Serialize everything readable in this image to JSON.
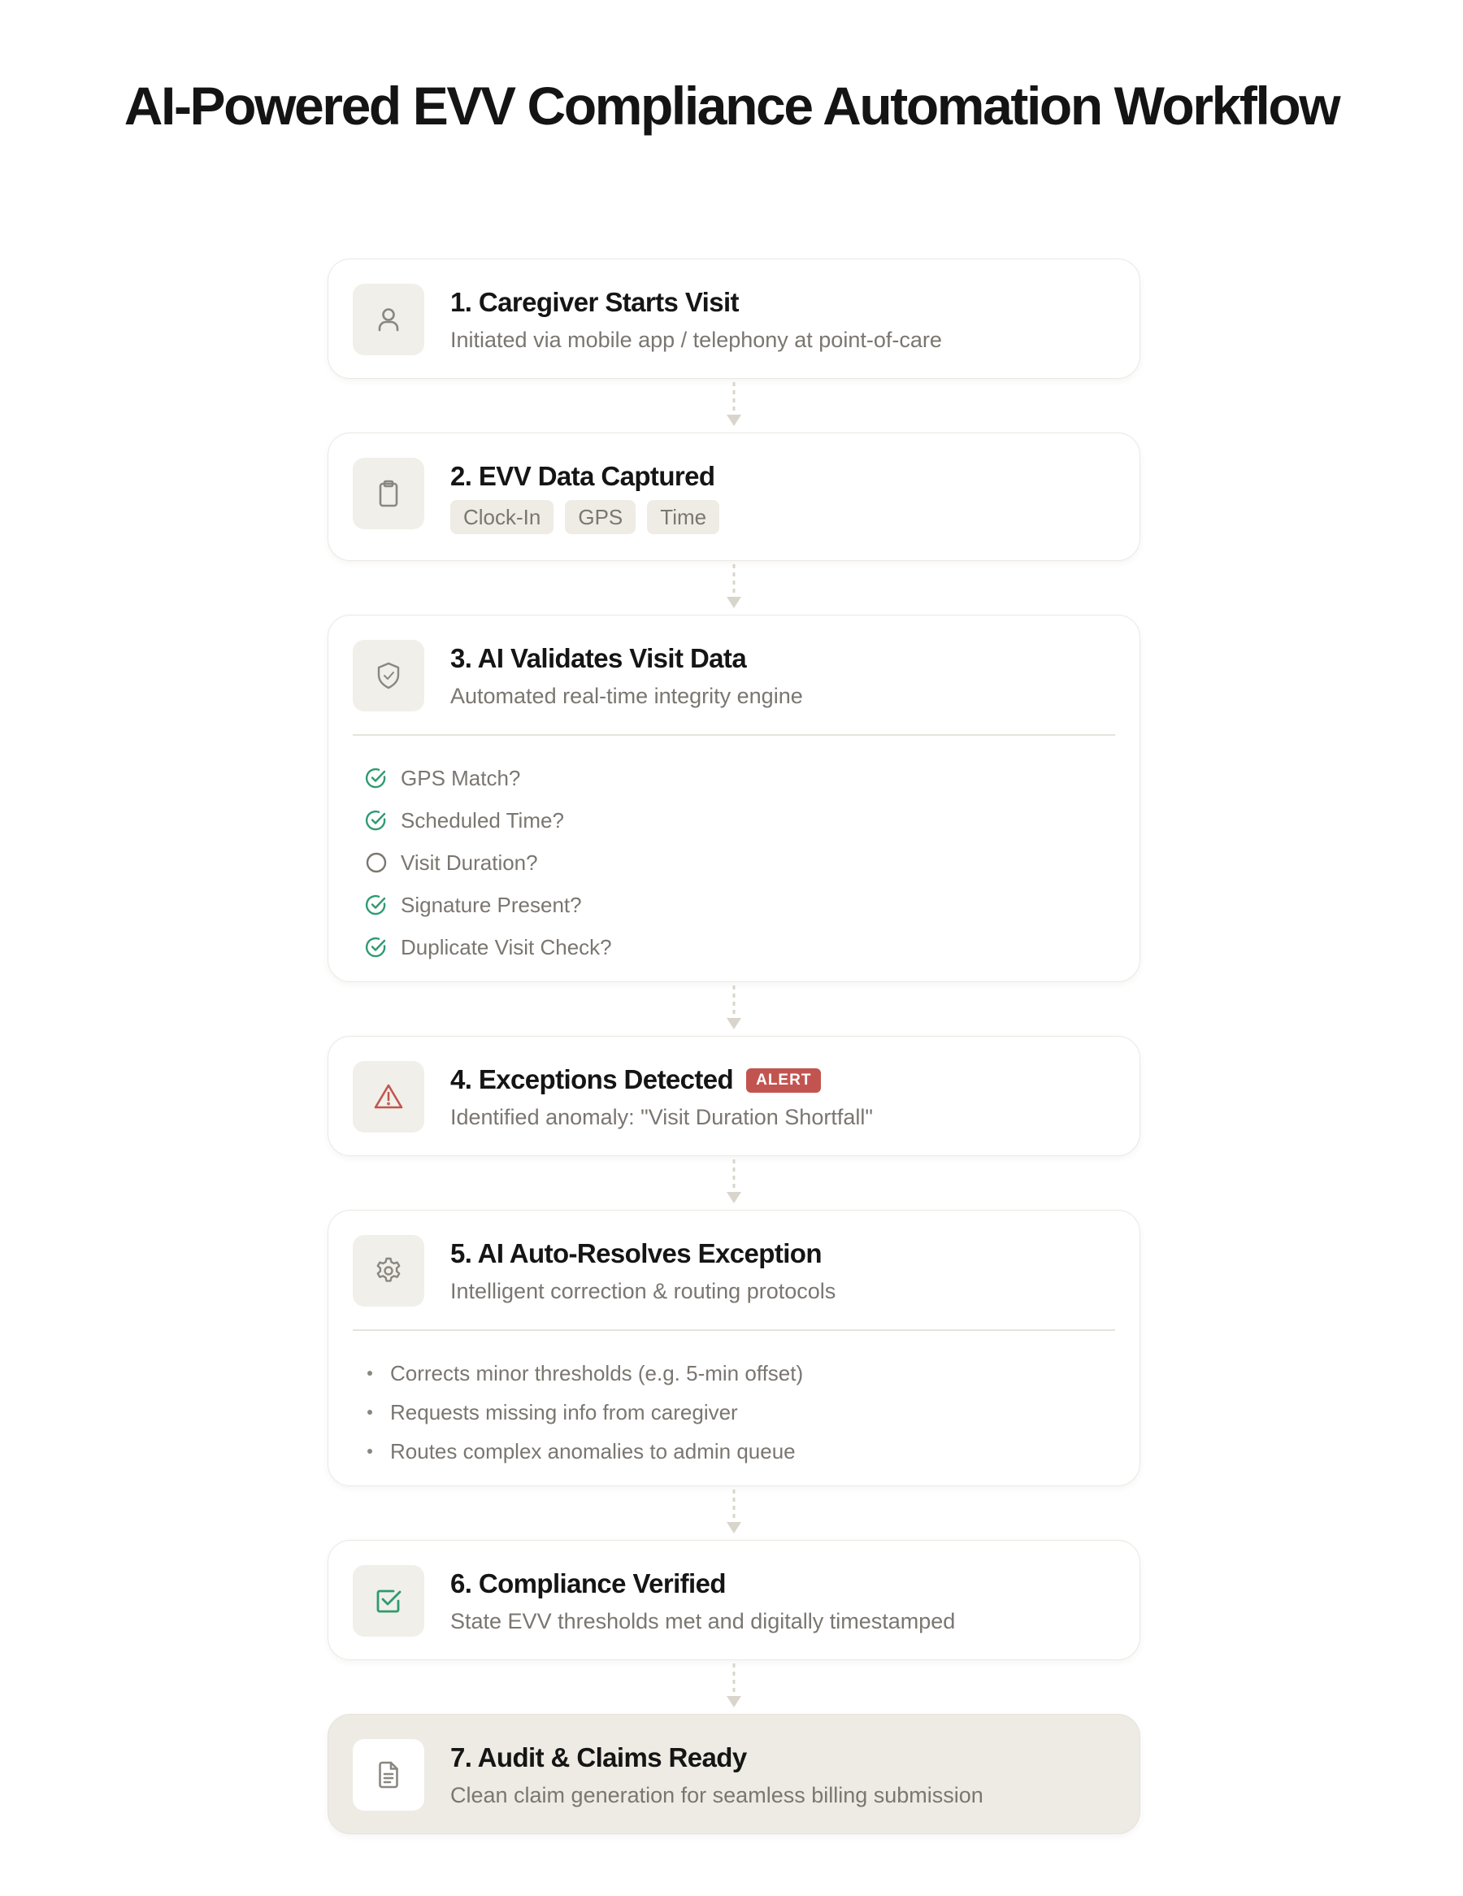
{
  "page": {
    "title": "AI-Powered EVV Compliance Automation Workflow"
  },
  "steps": [
    {
      "title": "1. Caregiver Starts Visit",
      "subtitle": "Initiated via mobile app / telephony at point-of-care",
      "icon": "user-icon"
    },
    {
      "title": "2. EVV Data Captured",
      "tags": [
        "Clock-In",
        "GPS",
        "Time"
      ],
      "icon": "clipboard-icon"
    },
    {
      "title": "3. AI Validates Visit Data",
      "subtitle": "Automated real-time integrity engine",
      "icon": "shield-check-icon",
      "checks": [
        {
          "label": "GPS Match?",
          "status": "passed"
        },
        {
          "label": "Scheduled Time?",
          "status": "passed"
        },
        {
          "label": "Visit Duration?",
          "status": "pending"
        },
        {
          "label": "Signature Present?",
          "status": "passed"
        },
        {
          "label": "Duplicate Visit Check?",
          "status": "passed"
        }
      ]
    },
    {
      "title": "4. Exceptions Detected",
      "badge": "ALERT",
      "subtitle": "Identified anomaly: \"Visit Duration Shortfall\"",
      "icon": "warning-triangle-icon"
    },
    {
      "title": "5. AI Auto-Resolves Exception",
      "subtitle": "Intelligent correction & routing protocols",
      "icon": "gear-icon",
      "bullets": [
        "Corrects minor thresholds (e.g. 5-min offset)",
        "Requests missing info from caregiver",
        "Routes complex anomalies to admin queue"
      ]
    },
    {
      "title": "6. Compliance Verified",
      "subtitle": "State EVV thresholds met and digitally timestamped",
      "icon": "checkbox-icon"
    },
    {
      "title": "7. Audit & Claims Ready",
      "subtitle": "Clean claim generation for seamless billing submission",
      "icon": "document-icon"
    }
  ],
  "colors": {
    "accent_green": "#2f9a72",
    "alert_red": "#c25450",
    "icon_gray": "#8a8680",
    "muted_text": "#7a7670",
    "card_border": "#ebe8e1",
    "final_card_bg": "#eeebe4"
  }
}
